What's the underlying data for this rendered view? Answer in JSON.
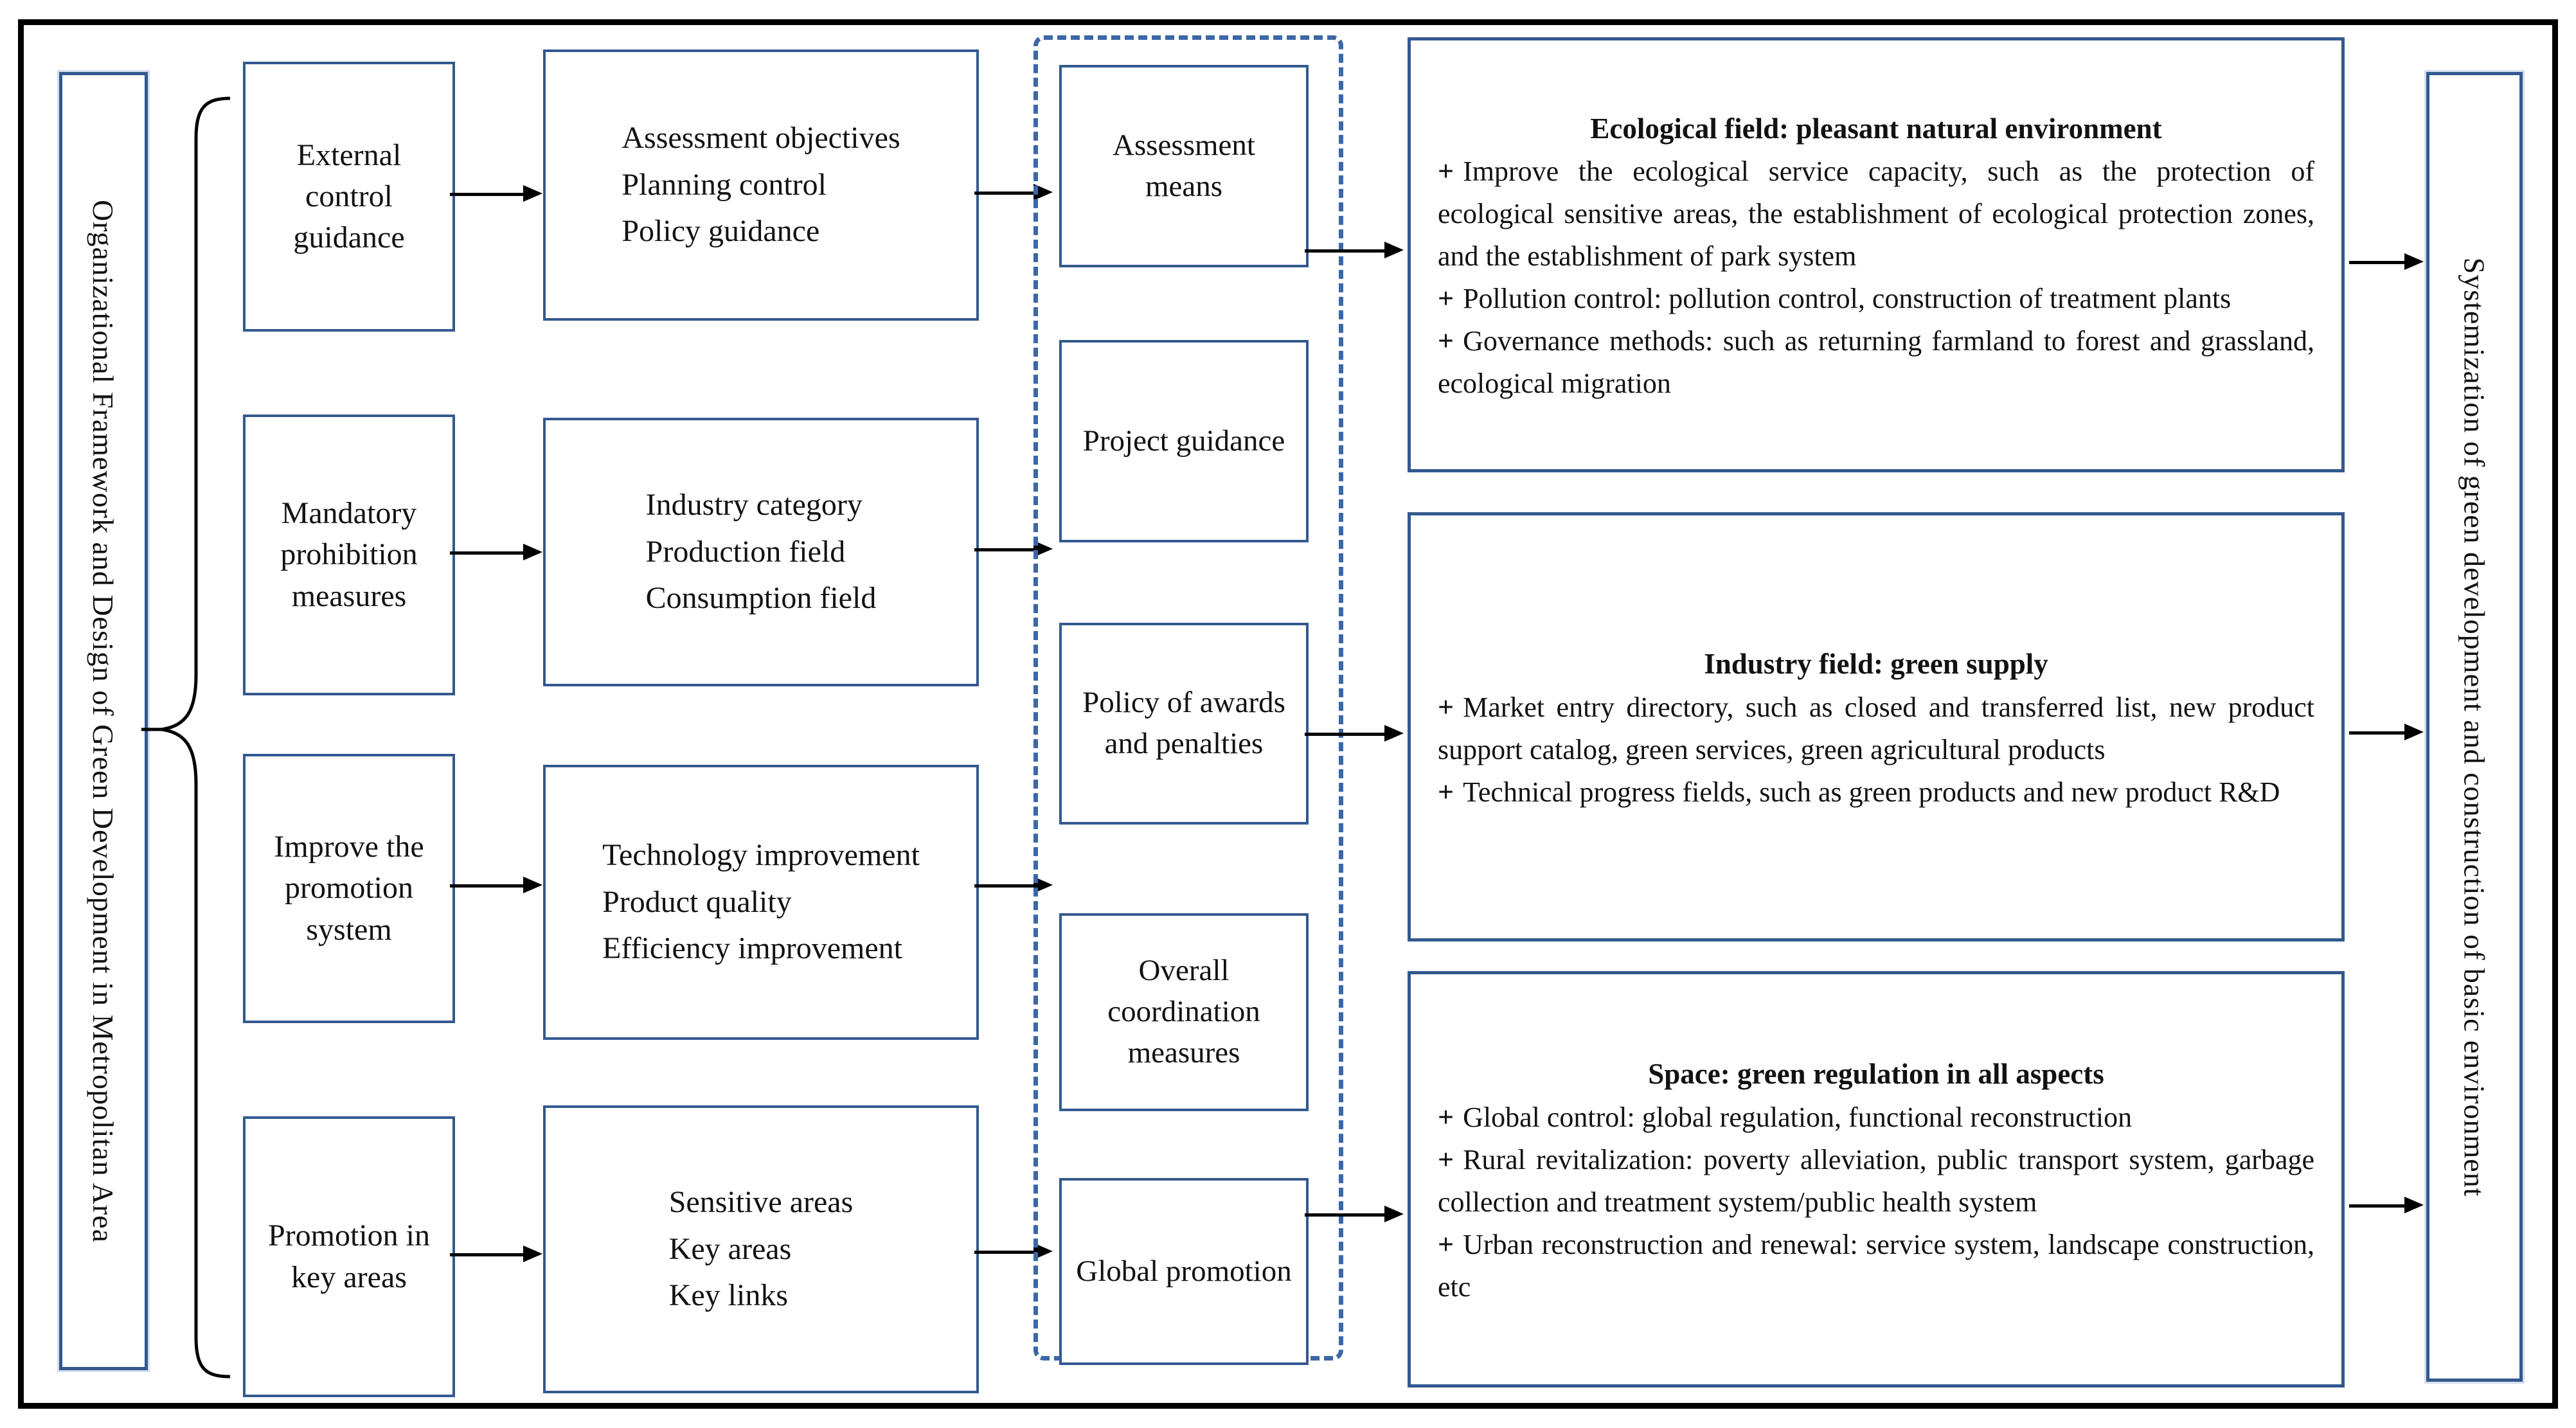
{
  "diagram": {
    "left_panel_label": "Organizational Framework and Design of Green Development in Metropolitan Area",
    "right_panel_label": "Systemization of green development and construction of basic environment",
    "bullet_glyph": "+",
    "column1": [
      "External control guidance",
      "Mandatory prohibition measures",
      "Improve the promotion system",
      "Promotion in key areas"
    ],
    "column2": [
      [
        "Assessment objectives",
        "Planning control",
        "Policy guidance"
      ],
      [
        "Industry category",
        "Production field",
        "Consumption field"
      ],
      [
        "Technology improvement",
        "Product quality",
        "Efficiency improvement"
      ],
      [
        "Sensitive areas",
        "Key areas",
        "Key links"
      ]
    ],
    "middle_boxes": [
      "Assessment means",
      "Project guidance",
      "Policy of awards and penalties",
      "Overall coordination measures",
      "Global promotion"
    ],
    "right_boxes": [
      {
        "title": "Ecological field: pleasant natural environment",
        "items": [
          "Improve the ecological service capacity, such as the protection of ecological sensitive areas, the establishment of ecological protection zones, and the establishment of park system",
          "Pollution control: pollution control, construction of treatment plants",
          "Governance methods: such as returning farmland to forest and grassland, ecological migration"
        ]
      },
      {
        "title": "Industry field: green supply",
        "items": [
          "Market entry directory, such as closed and transferred list, new product support catalog, green services, green agricultural products",
          "Technical progress fields, such as green products and new product R&D"
        ]
      },
      {
        "title": "Space: green regulation in all aspects",
        "items": [
          "Global control: global regulation, functional reconstruction",
          "Rural revitalization: poverty alleviation, public transport system, garbage collection and treatment system/public health system",
          "Urban reconstruction and renewal: service system, landscape construction, etc"
        ]
      }
    ],
    "colors": {
      "box_border": "#33598e",
      "dashed_border": "#3c67a6",
      "arrow": "#000000",
      "frame": "#000000"
    }
  }
}
